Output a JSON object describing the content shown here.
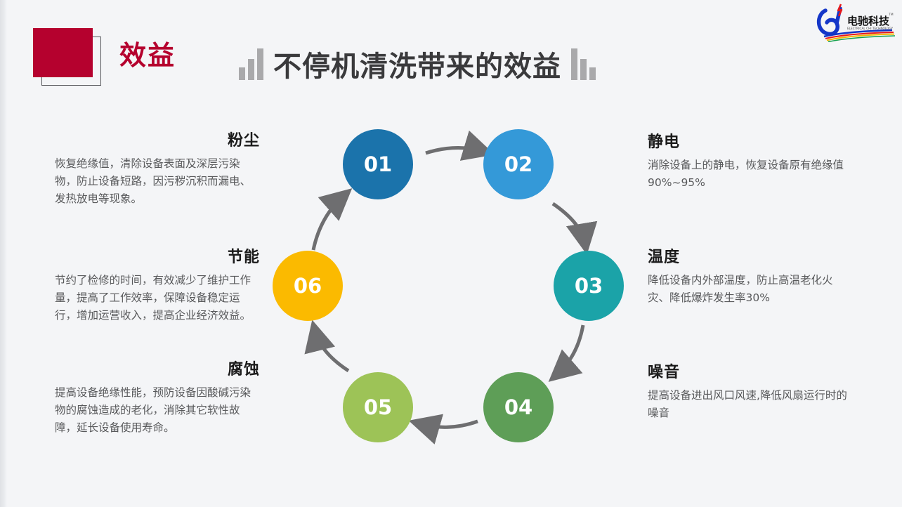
{
  "header": {
    "badge_label": "效益",
    "title": "不停机清洗带来的效益",
    "logo_cn": "电驰科技",
    "logo_en": "ELECTRICAL CHI TECHNOLOGY",
    "logo_tm": "TM"
  },
  "colors": {
    "background": "#f4f5f7",
    "badge_red": "#b5012e",
    "title_gray": "#3a3a3c",
    "body_gray": "#58595b",
    "arrow_gray": "#6e6e70",
    "node_01": "#1b73ab",
    "node_02": "#3499d8",
    "node_03": "#1ba3a8",
    "node_04": "#5e9e57",
    "node_05": "#9dc357",
    "node_06": "#fbba00"
  },
  "nodes": [
    {
      "number": "01"
    },
    {
      "number": "02"
    },
    {
      "number": "03"
    },
    {
      "number": "04"
    },
    {
      "number": "05"
    },
    {
      "number": "06"
    }
  ],
  "left_blocks": [
    {
      "title": "粉尘",
      "text": "恢复绝缘值，清除设备表面及深层污染物，防止设备短路，因污秽沉积而漏电、发热放电等现象。"
    },
    {
      "title": "节能",
      "text": "节约了检修的时间，有效减少了维护工作量，提高了工作效率，保障设备稳定运行，增加运营收入，提高企业经济效益。"
    },
    {
      "title": "腐蚀",
      "text": "提高设备绝缘性能，预防设备因酸碱污染物的腐蚀造成的老化，消除其它软性故障，延长设备使用寿命。"
    }
  ],
  "right_blocks": [
    {
      "title": "静电",
      "text": "消除设备上的静电，恢复设备原有绝缘值90%~95%"
    },
    {
      "title": "温度",
      "text": "降低设备内外部温度，防止高温老化火灾、降低爆炸发生率30%"
    },
    {
      "title": "噪音",
      "text": "提高设备进出风口风速,降低风扇运行时的噪音"
    }
  ]
}
